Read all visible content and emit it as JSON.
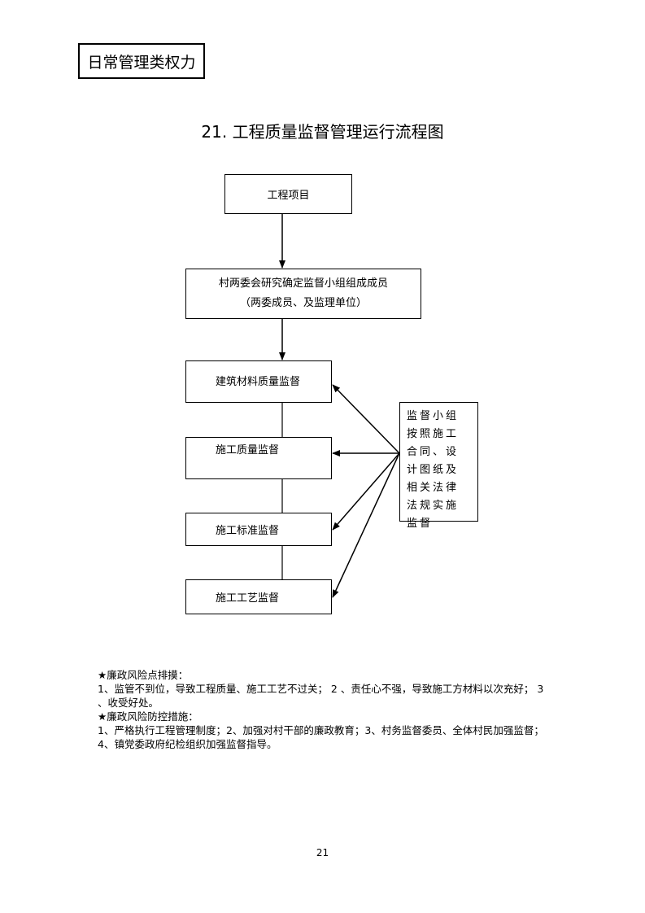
{
  "header": {
    "category": "日常管理类权力"
  },
  "title": "21. 工程质量监督管理运行流程图",
  "flow": {
    "step1": "工程项目",
    "step2_line1": "村两委会研究确定监督小组组成成员",
    "step2_line2": "（两委成员、及监理单位）",
    "step3": "建筑材料质量监督",
    "step4": "施工质量监督",
    "step5": "施工标准监督",
    "step6": "施工工艺监督",
    "side": "监督小组按照施工合同、设计图纸及相关法律法规实施监督"
  },
  "notes": {
    "risk_title": "★廉政风险点排摸：",
    "risk_text": "1、监管不到位，导致工程质量、施工工艺不过关； 2 、责任心不强，导致施工方材料以次充好； 3 、收受好处。",
    "control_title": "★廉政风险防控措施：",
    "control_text": "1、严格执行工程管理制度；2、加强对村干部的廉政教育；3、村务监督委员、全体村民加强监督；4、镇党委政府纪检组织加强监督指导。"
  },
  "page_number": "21"
}
